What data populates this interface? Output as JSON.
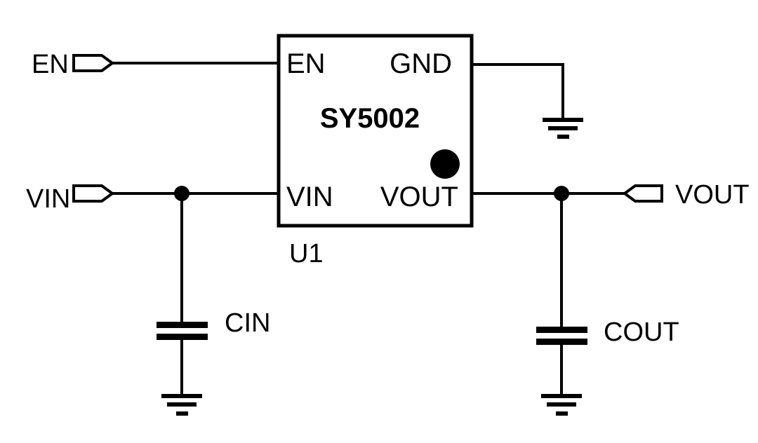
{
  "schematic": {
    "ic": {
      "part_number": "SY5002",
      "reference_designator": "U1",
      "pins": {
        "en": "EN",
        "gnd": "GND",
        "vin": "VIN",
        "vout": "VOUT"
      }
    },
    "ports": {
      "en": "EN",
      "vin": "VIN",
      "vout": "VOUT"
    },
    "capacitors": {
      "input": "CIN",
      "output": "COUT"
    },
    "colors": {
      "wire": "#000000",
      "background": "#ffffff",
      "symbol_fill": "#000000"
    }
  }
}
